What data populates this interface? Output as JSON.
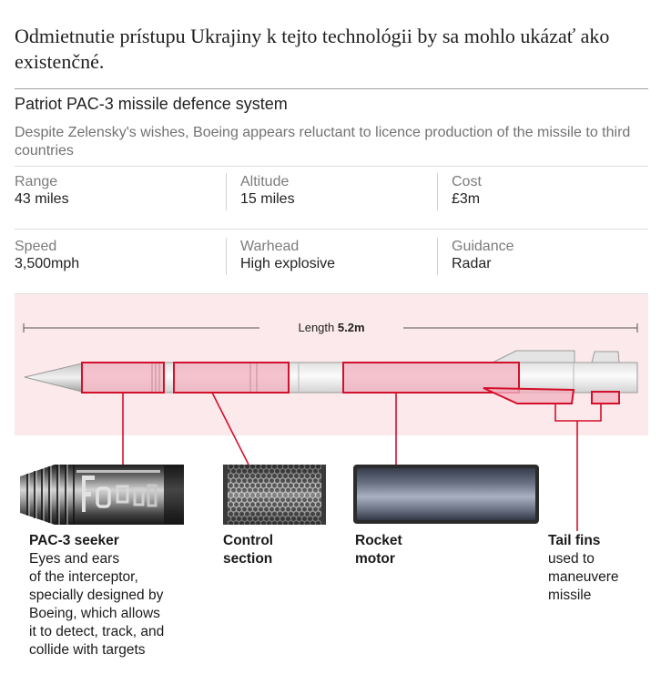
{
  "article": {
    "lead_text": "Odmietnutie prístupu Ukrajiny k tejto technológii by sa mohlo ukázať ako existenčné."
  },
  "graphic": {
    "title": "Patriot PAC-3 missile defence system",
    "subtitle": "Despite Zelensky's wishes, Boeing appears reluctant to licence production of the missile to third countries",
    "stats": [
      {
        "label": "Range",
        "value": "43 miles"
      },
      {
        "label": "Altitude",
        "value": "15 miles"
      },
      {
        "label": "Cost",
        "value": "£3m"
      },
      {
        "label": "Speed",
        "value": "3,500mph"
      },
      {
        "label": "Warhead",
        "value": "High explosive"
      },
      {
        "label": "Guidance",
        "value": "Radar"
      }
    ],
    "length": {
      "label": "Length",
      "value": "5.2m"
    },
    "components": [
      {
        "title_lines": [
          "PAC-3 seeker"
        ],
        "description_lines": [
          "Eyes and ears",
          "of the interceptor,",
          "specially designed by",
          "Boeing, which allows",
          "it to detect, track, and",
          "collide with targets"
        ]
      },
      {
        "title_lines": [
          "Control",
          "section"
        ],
        "description_lines": []
      },
      {
        "title_lines": [
          "Rocket",
          "motor"
        ],
        "description_lines": []
      },
      {
        "title_lines": [
          "Tail fins"
        ],
        "description_lines": [
          "used to",
          "maneuvere",
          "missile"
        ]
      }
    ],
    "colors": {
      "highlight_stroke": "#d3102b",
      "highlight_fill": "#f2b4c0",
      "band_background": "#fce9eb"
    }
  }
}
